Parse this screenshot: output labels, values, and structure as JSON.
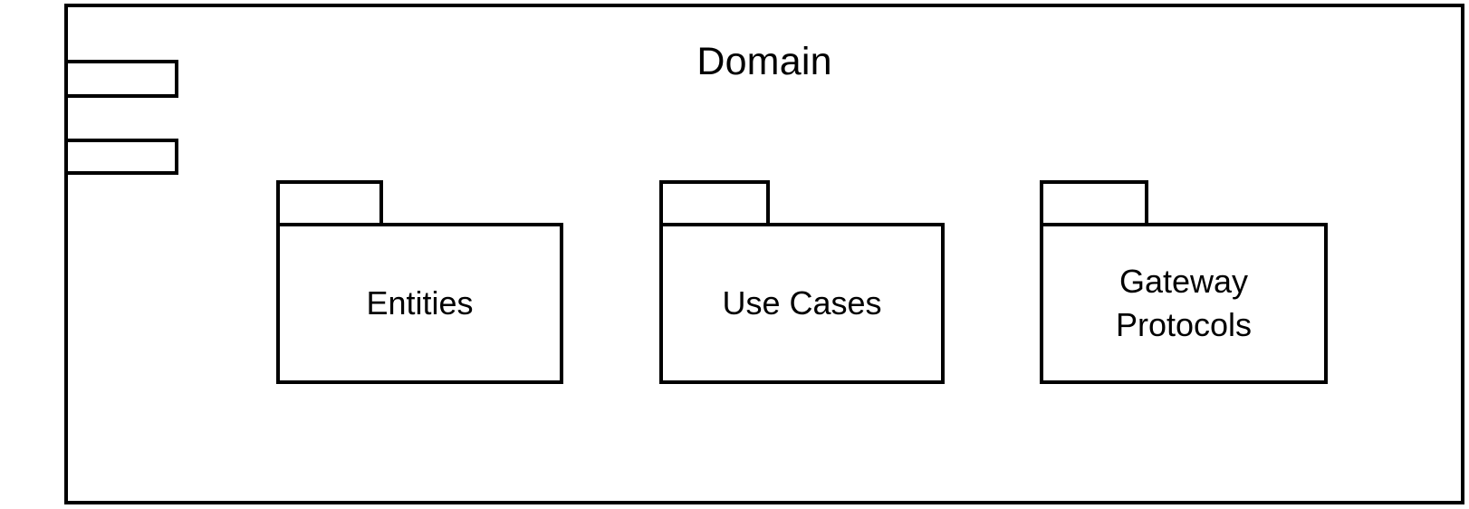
{
  "diagram": {
    "type": "uml-component-diagram",
    "background_color": "#ffffff",
    "stroke_color": "#000000",
    "component": {
      "title": "Domain",
      "icon": "component-icon"
    },
    "packages": [
      {
        "label": "Entities",
        "icon": "package-folder-icon"
      },
      {
        "label": "Use Cases",
        "icon": "package-folder-icon"
      },
      {
        "label": "Gateway\nProtocols",
        "icon": "package-folder-icon"
      }
    ]
  }
}
